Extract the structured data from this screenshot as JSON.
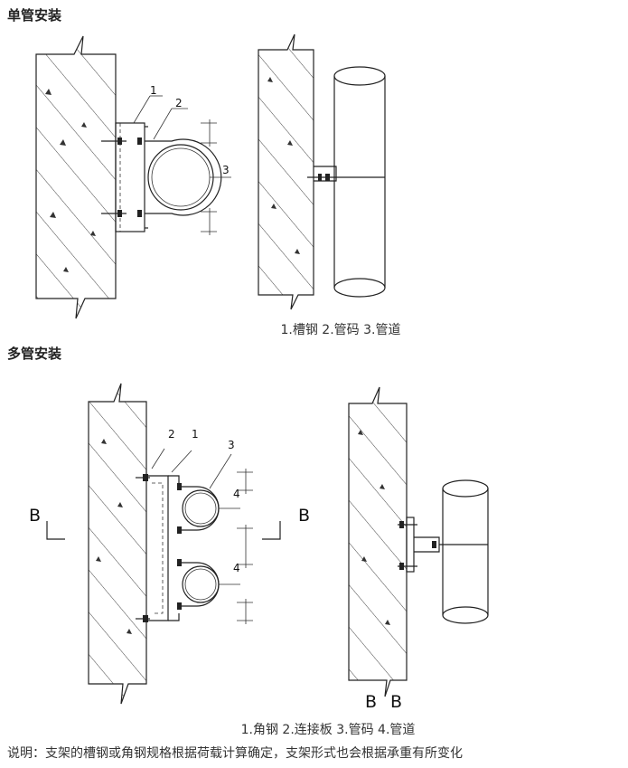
{
  "section1": {
    "title": "单管安装",
    "caption": "1.槽钢 2.管码 3.管道"
  },
  "section2": {
    "title": "多管安装",
    "caption": "1.角钢 2.连接板 3.管码 4.管道"
  },
  "note": "说明：支架的槽钢或角钢规格根据荷载计算确定，支架形式也会根据承重有所变化",
  "fig1": {
    "label1": "1",
    "label2": "2",
    "label3": "3"
  },
  "fig3": {
    "label1": "1",
    "label2": "2",
    "label3": "3",
    "label4a": "4",
    "label4b": "4",
    "section_left": "B",
    "section_right": "B"
  },
  "fig4": {
    "section_b1": "B",
    "section_b2": "B"
  }
}
